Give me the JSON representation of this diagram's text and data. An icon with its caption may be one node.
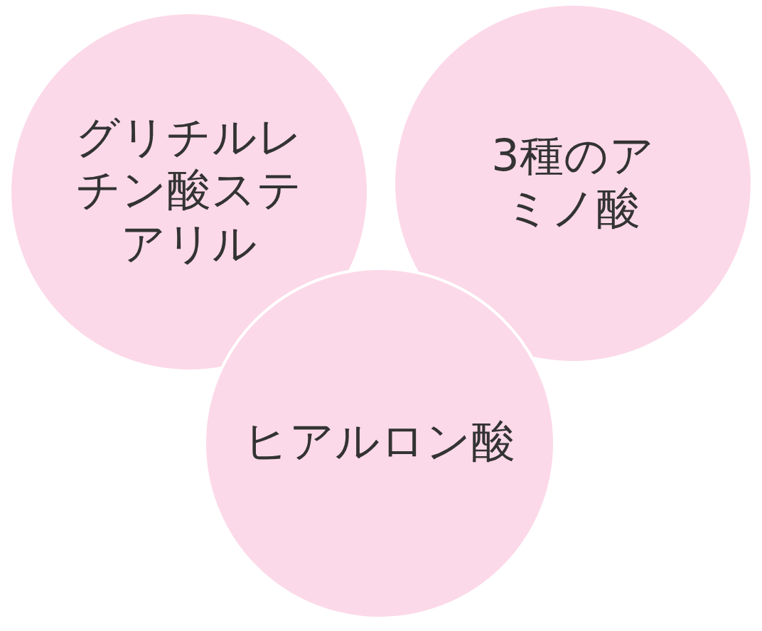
{
  "diagram": {
    "nodes": [
      {
        "text": [
          "グリチルレチン酸ステアリル"
        ]
      },
      {
        "text": [
          "3種のアミノ酸"
        ]
      },
      {
        "text": [
          "ヒアルロン酸"
        ]
      }
    ]
  }
}
